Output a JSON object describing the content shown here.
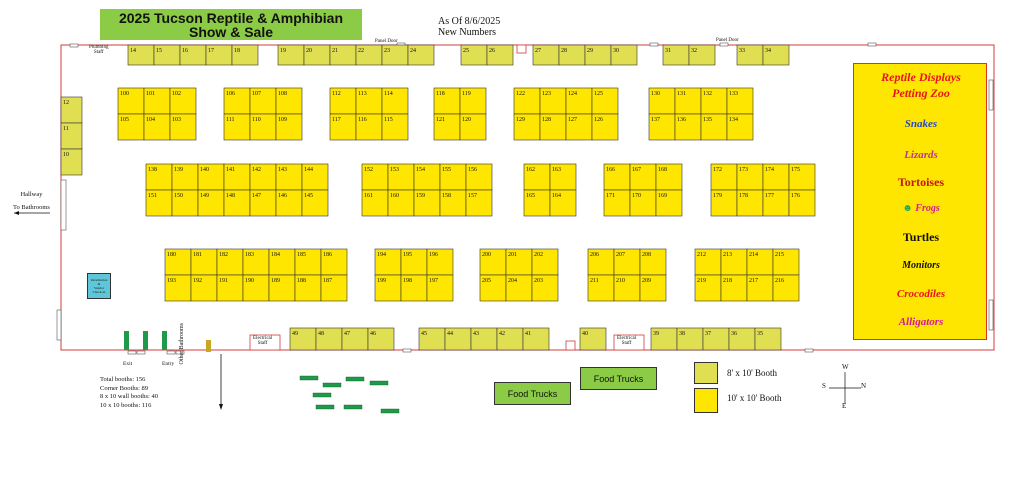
{
  "title": {
    "line1": "2025 Tucson Reptile & Amphibian",
    "line2": "Show & Sale"
  },
  "as_of": {
    "line1": "As Of 8/6/2025",
    "line2": "New Numbers"
  },
  "labels": {
    "panel_door_1": "Panel Door",
    "panel_door_2": "Panel Door",
    "plumbing_staff": [
      "Plumbing",
      "Staff"
    ],
    "hallway": "Hallway",
    "to_bathrooms": "To Bathrooms",
    "info": [
      "Information",
      "&",
      "Vendor",
      "Check-in"
    ],
    "exit": "Exit",
    "entry": "Entry",
    "other_bathrooms": "Other Bathrooms",
    "electrical_staff_1": [
      "Electrical",
      "Staff"
    ],
    "electrical_staff_2": [
      "Electrical",
      "Staff"
    ]
  },
  "sign": {
    "lines": [
      "Reptile Displays",
      "Petting Zoo",
      "Snakes",
      "Lizards",
      "Tortoises",
      "Frogs",
      "Turtles",
      "Monitors",
      "Crocodiles",
      "Alligators"
    ],
    "colors": [
      "#e8141c",
      "#e8141c",
      "#2547c8",
      "#c0358d",
      "#c41818",
      "#d6189a",
      "#111111",
      "#111111",
      "#e8141c",
      "#d6189a"
    ]
  },
  "stats": [
    "Total booths: 156",
    "Corner Booths: 89",
    "8 x 10 wall booths: 40",
    "10 x 10 booths: 116"
  ],
  "legend": [
    {
      "label": "8' x 10' Booth",
      "color": "#e0df52"
    },
    {
      "label": "10' x 10' Booth",
      "color": "#ffe600"
    }
  ],
  "food_trucks": [
    "Food Trucks",
    "Food Trucks"
  ],
  "compass": {
    "n": "N",
    "s": "S",
    "e": "E",
    "w": "W"
  },
  "colors": {
    "booth": "#ffe600",
    "booth_wall": "#e0df52",
    "wall": "#d33b3b",
    "title_bg": "#8ccb46",
    "tables": "#1f9a4a"
  },
  "booth_rows": [
    [
      "14",
      "15",
      "16",
      "17",
      "18",
      "19",
      "20",
      "21",
      "22",
      "23",
      "24",
      "25",
      "26",
      "27",
      "28",
      "29",
      "30",
      "31",
      "32",
      "33",
      "34"
    ],
    [
      "100",
      "101",
      "102",
      "105",
      "104",
      "103",
      "106",
      "107",
      "108",
      "111",
      "110",
      "109",
      "112",
      "113",
      "114",
      "117",
      "116",
      "115",
      "118",
      "119",
      "121",
      "120",
      "122",
      "123",
      "124",
      "125",
      "129",
      "128",
      "127",
      "126",
      "130",
      "131",
      "132",
      "133",
      "137",
      "136",
      "135",
      "134"
    ],
    [
      "12",
      "11",
      "10"
    ],
    [
      "138",
      "139",
      "140",
      "141",
      "142",
      "143",
      "144",
      "151",
      "150",
      "149",
      "148",
      "147",
      "146",
      "145",
      "152",
      "153",
      "154",
      "155",
      "156",
      "161",
      "160",
      "159",
      "158",
      "157",
      "162",
      "163",
      "165",
      "164",
      "166",
      "167",
      "168",
      "171",
      "170",
      "169",
      "172",
      "173",
      "174",
      "175",
      "179",
      "178",
      "177",
      "176"
    ],
    [
      "180",
      "181",
      "182",
      "183",
      "184",
      "185",
      "186",
      "193",
      "192",
      "191",
      "190",
      "189",
      "188",
      "187",
      "194",
      "195",
      "196",
      "199",
      "198",
      "197",
      "200",
      "201",
      "202",
      "205",
      "204",
      "203",
      "206",
      "207",
      "208",
      "211",
      "210",
      "209",
      "212",
      "213",
      "214",
      "215",
      "219",
      "218",
      "217",
      "216"
    ],
    [
      "49",
      "48",
      "47",
      "46",
      "45",
      "44",
      "43",
      "42",
      "41",
      "40",
      "39",
      "38",
      "37",
      "36",
      "35"
    ]
  ]
}
